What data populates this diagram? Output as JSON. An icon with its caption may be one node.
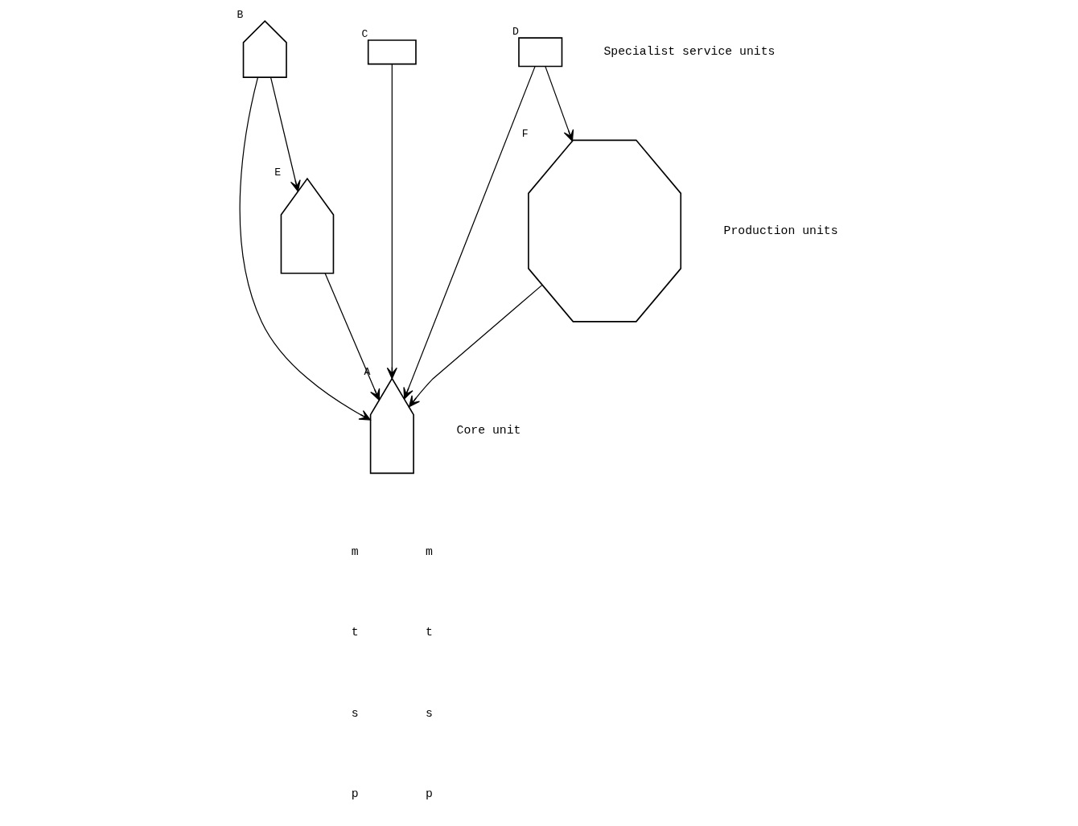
{
  "diagram": {
    "nodes": [
      {
        "text": [],
        "shape": "house",
        "beside": [
          "B"
        ]
      },
      {
        "text": [],
        "shape": "box",
        "beside": [
          "C"
        ]
      },
      {
        "text": [],
        "shape": "box",
        "beside": [
          "D"
        ]
      },
      {
        "text": [],
        "shape": "house",
        "beside": [
          "A"
        ]
      },
      {
        "text": [],
        "shape": "house",
        "beside": [
          "E"
        ]
      },
      {
        "text": [],
        "shape": "octagon",
        "beside": [
          "F"
        ]
      }
    ],
    "edges": [
      {
        "from": 0,
        "to": 3,
        "arrow": "to"
      },
      {
        "from": 1,
        "to": 3,
        "arrow": "to"
      },
      {
        "from": 2,
        "to": 3,
        "arrow": "to"
      },
      {
        "from": 0,
        "to": 4,
        "arrow": "to"
      },
      {
        "from": 2,
        "to": 5,
        "arrow": "to"
      },
      {
        "from": 4,
        "to": 3,
        "arrow": "to"
      },
      {
        "from": 5,
        "to": 3,
        "arrow": "to"
      }
    ],
    "labels": [
      "Specialist service units",
      "Core unit",
      "Production units",
      "m",
      "t",
      "s",
      "p",
      "m",
      "t",
      "s",
      "p"
    ]
  }
}
